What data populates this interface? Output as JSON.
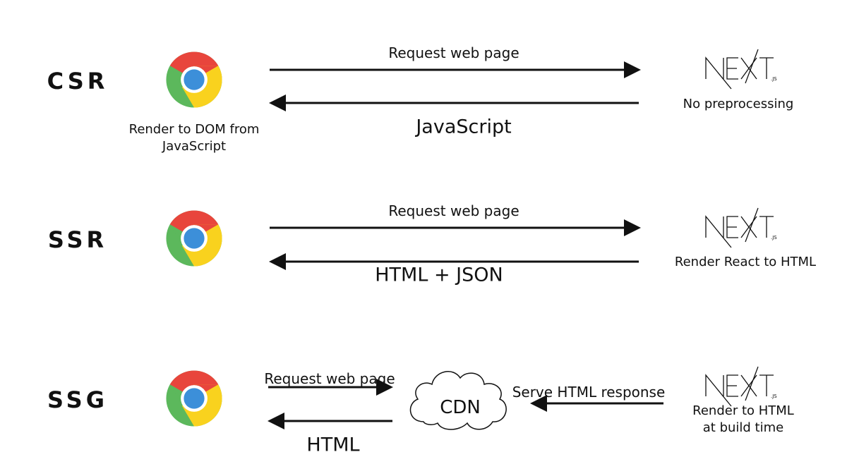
{
  "colors": {
    "chrome_red": "#E8453C",
    "chrome_green": "#5CB85C",
    "chrome_yellow": "#F9D21E",
    "chrome_blue": "#3C8FD9",
    "ink": "#111111"
  },
  "logos": {
    "browser": "chrome-logo",
    "server": "NEXT.JS"
  },
  "rows": [
    {
      "label": "CSR",
      "request": "Request web page",
      "response": "JavaScript",
      "server_text": "No preprocessing",
      "client_text_1": "Render to DOM from",
      "client_text_2": "JavaScript"
    },
    {
      "label": "SSR",
      "request": "Request web page",
      "response": "HTML + JSON",
      "server_text": "Render React to HTML"
    },
    {
      "label": "SSG",
      "request": "Request web page",
      "response": "HTML",
      "cdn": "CDN",
      "cdn_response": "Serve HTML response",
      "server_text_1": "Render to HTML",
      "server_text_2": "at build time"
    }
  ]
}
